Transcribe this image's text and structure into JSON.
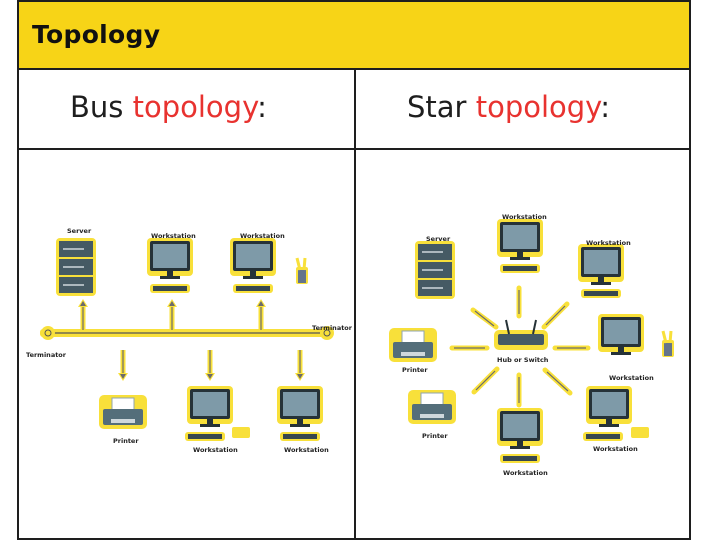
{
  "title": "Topology",
  "columns": [
    {
      "prefix": "Bus ",
      "highlight": "topology",
      "suffix": ":"
    },
    {
      "prefix": "Star ",
      "highlight": "topology",
      "suffix": ":"
    }
  ],
  "bus": {
    "server": "Server",
    "workstation_top_1": "Workstation",
    "workstation_top_2": "Workstation",
    "terminator_left": "Terminator",
    "terminator_right": "Terminator",
    "printer": "Printer",
    "workstation_bottom_1": "Workstation",
    "workstation_bottom_2": "Workstation"
  },
  "star": {
    "hub": "Hub or Switch",
    "server": "Server",
    "workstation_top": "Workstation",
    "workstation_top_right": "Workstation",
    "workstation_right": "Workstation",
    "workstation_bottom_right": "Workstation",
    "workstation_bottom": "Workstation",
    "printer_upper": "Printer",
    "printer_lower": "Printer"
  },
  "colors": {
    "yellow": "#f7d417",
    "accent_red": "#e8322f",
    "highlight_glow": "#f8e03a"
  }
}
